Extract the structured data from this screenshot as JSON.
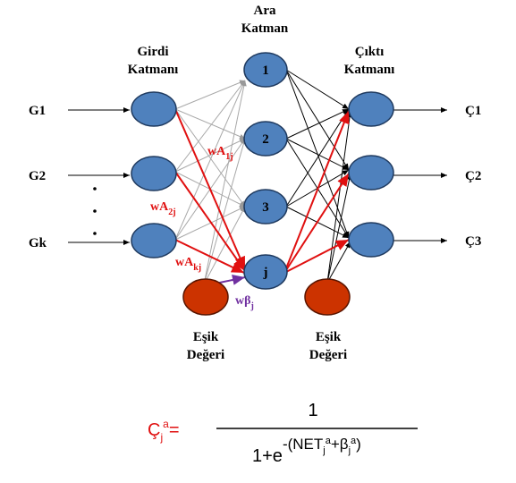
{
  "layers": {
    "input_title_1": "Girdi",
    "input_title_2": "Katmanı",
    "hidden_title_1": "Ara",
    "hidden_title_2": "Katman",
    "output_title_1": "Çıktı",
    "output_title_2": "Katmanı"
  },
  "inputs": [
    "G1",
    "G2",
    "Gk"
  ],
  "hidden_nodes": [
    "1",
    "2",
    "3",
    "j"
  ],
  "outputs": [
    "Ç1",
    "Ç2",
    "Ç3"
  ],
  "bias": {
    "left_1": "Eşik",
    "left_2": "Değeri",
    "right_1": "Eşik",
    "right_2": "Değeri"
  },
  "weights": {
    "w1": "wA",
    "w1_sub": "1j",
    "w2": "wA",
    "w2_sub": "2j",
    "wk": "wA",
    "wk_sub": "kj",
    "wb": "wβ",
    "wb_sub": "j"
  },
  "formula": {
    "lhs": "Ç",
    "lhs_sub": "j",
    "lhs_sup": "a",
    "eq": "=",
    "numerator": "1",
    "den_base": "1+e",
    "exp_minus": "-",
    "exp_open": "(NET",
    "exp_sub1": "j",
    "exp_sup1": "a",
    "exp_plus": "+β",
    "exp_sub2": "j",
    "exp_sup2": "a",
    "exp_close": ")"
  },
  "colors": {
    "node": "#4f81bd",
    "bias_node": "#cc3300",
    "red": "#e01010",
    "purple": "#7030a0"
  }
}
